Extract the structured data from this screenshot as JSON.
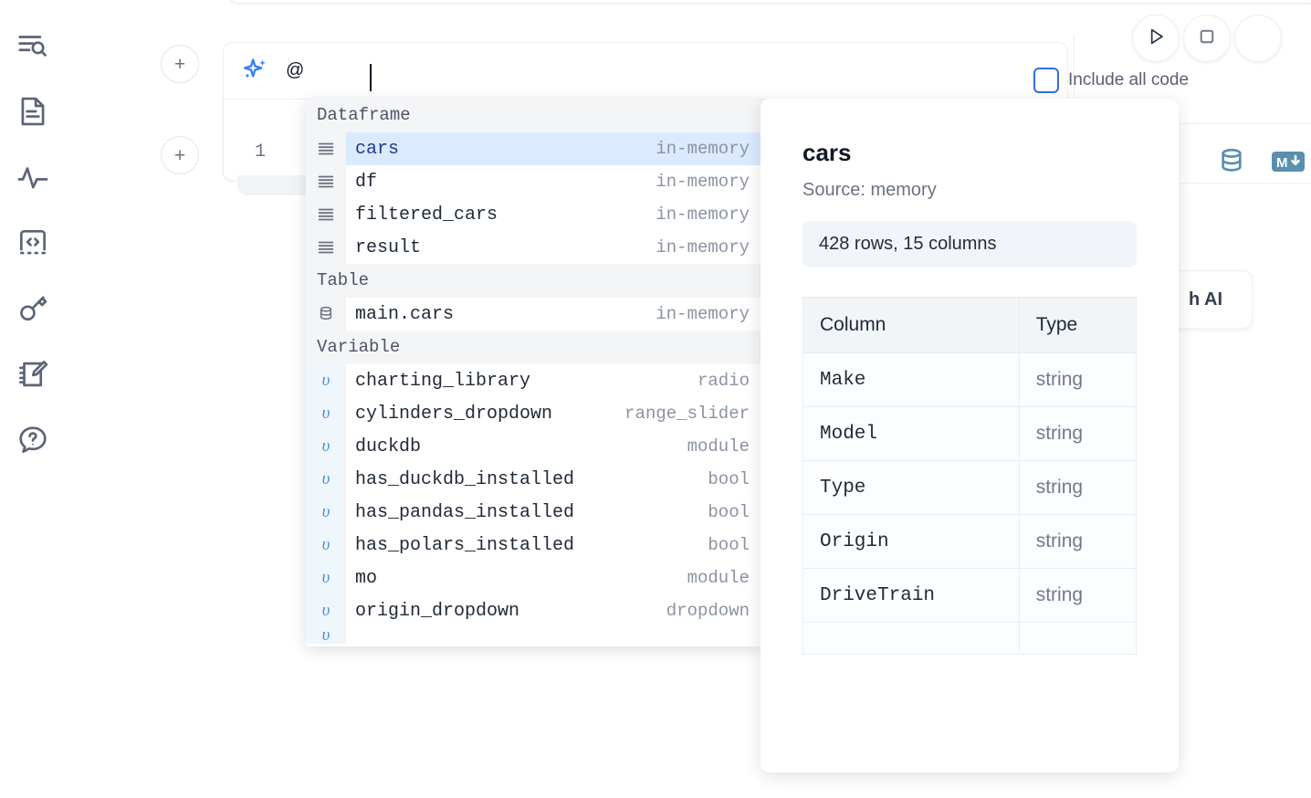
{
  "sidebar": {
    "items": [
      {
        "name": "explore-search-icon",
        "label": "Explore"
      },
      {
        "name": "document-icon",
        "label": "Documentation"
      },
      {
        "name": "activity-icon",
        "label": "Activity"
      },
      {
        "name": "code-snippet-icon",
        "label": "Snippets"
      },
      {
        "name": "key-icon",
        "label": "Secrets"
      },
      {
        "name": "notebook-edit-icon",
        "label": "Scratchpad"
      },
      {
        "name": "help-chat-icon",
        "label": "Help"
      }
    ]
  },
  "toolbar": {
    "run_label": "Run",
    "stop_label": "Stop",
    "add_cell_label": "+",
    "include_all_code_label": "Include all code",
    "include_all_code_checked": false
  },
  "editor": {
    "ai_prompt_value": "@",
    "ai_prompt_placeholder": "",
    "line_number": "1",
    "ai_card_label": "h AI"
  },
  "output_icons": [
    {
      "name": "database-icon",
      "label": "Database"
    },
    {
      "name": "markdown-icon",
      "label": "M↓"
    }
  ],
  "autocomplete": {
    "groups": [
      {
        "label": "Dataframe",
        "icon": "dataframe-icon",
        "items": [
          {
            "name": "cars",
            "kind": "in-memory",
            "selected": true
          },
          {
            "name": "df",
            "kind": "in-memory",
            "selected": false
          },
          {
            "name": "filtered_cars",
            "kind": "in-memory",
            "selected": false
          },
          {
            "name": "result",
            "kind": "in-memory",
            "selected": false
          }
        ]
      },
      {
        "label": "Table",
        "icon": "table-database-icon",
        "items": [
          {
            "name": "main.cars",
            "kind": "in-memory",
            "selected": false
          }
        ]
      },
      {
        "label": "Variable",
        "icon": "variable-icon",
        "items": [
          {
            "name": "charting_library",
            "kind": "radio",
            "selected": false
          },
          {
            "name": "cylinders_dropdown",
            "kind": "range_slider",
            "selected": false
          },
          {
            "name": "duckdb",
            "kind": "module",
            "selected": false
          },
          {
            "name": "has_duckdb_installed",
            "kind": "bool",
            "selected": false
          },
          {
            "name": "has_pandas_installed",
            "kind": "bool",
            "selected": false
          },
          {
            "name": "has_polars_installed",
            "kind": "bool",
            "selected": false
          },
          {
            "name": "mo",
            "kind": "module",
            "selected": false
          },
          {
            "name": "origin_dropdown",
            "kind": "dropdown",
            "selected": false
          },
          {
            "name": "",
            "kind": "",
            "selected": false
          }
        ]
      }
    ],
    "variable_glyph": "υ"
  },
  "detail": {
    "title": "cars",
    "source": "Source: memory",
    "stats": "428 rows, 15 columns",
    "table": {
      "headers": [
        "Column",
        "Type"
      ],
      "rows": [
        [
          "Make",
          "string"
        ],
        [
          "Model",
          "string"
        ],
        [
          "Type",
          "string"
        ],
        [
          "Origin",
          "string"
        ],
        [
          "DriveTrain",
          "string"
        ],
        [
          "",
          ""
        ]
      ]
    }
  },
  "colors": {
    "accent": "#2f6fe4",
    "selection": "#dbeafe",
    "group_header_bg": "#f4f5f7",
    "icon_gray": "#5b6477",
    "spark_blue": "#3b82f6",
    "output_icon": "#5b8fb0"
  }
}
